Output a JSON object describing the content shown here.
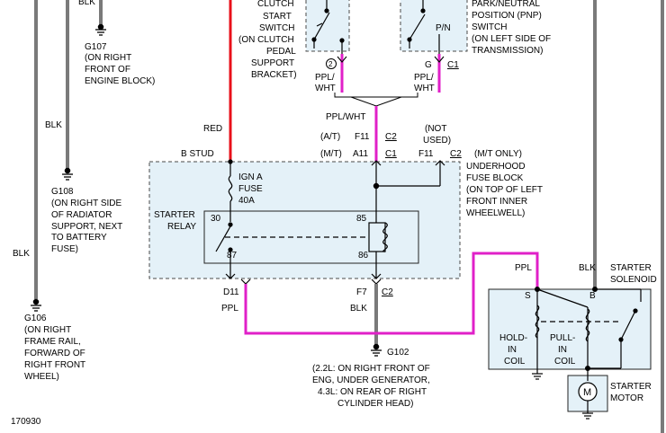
{
  "clutch_switch": {
    "lines": [
      "CLUTCH",
      "START",
      "SWITCH",
      "(ON CLUTCH",
      "PEDAL",
      "SUPPORT",
      "BRACKET)"
    ],
    "pin": "2",
    "wire1": "PPL/",
    "wire2": "WHT"
  },
  "pnp_switch": {
    "lines": [
      "PARK/NEUTRAL",
      "POSITION (PNP)",
      "SWITCH",
      "(ON LEFT SIDE OF",
      "TRANSMISSION)"
    ],
    "contact": "P/N",
    "pin_g": "G",
    "pin_c1": "C1",
    "wire1": "PPL/",
    "wire2": "WHT"
  },
  "ground_g107": {
    "wire": "BLK",
    "lines": [
      "G107",
      "(ON RIGHT",
      "FRONT OF",
      "ENGINE BLOCK)"
    ]
  },
  "ground_g108": {
    "wire": "BLK",
    "lines": [
      "G108",
      "(ON RIGHT SIDE",
      "OF RADIATOR",
      "SUPPORT, NEXT",
      "TO BATTERY",
      "FUSE)"
    ]
  },
  "ground_g106": {
    "wire": "BLK",
    "lines": [
      "G106",
      "(ON RIGHT",
      "FRAME RAIL,",
      "FORWARD OF",
      "RIGHT FRONT",
      "WHEEL)"
    ]
  },
  "fuse_block": {
    "red_wire": "RED",
    "b_stud": "B STUD",
    "ppl_wht": "PPL/WHT",
    "at": "(A/T)",
    "mt": "(M/T)",
    "f11": "F11",
    "c2": "C2",
    "a11": "A11",
    "c1": "C1",
    "not_used": [
      "(NOT",
      "USED)"
    ],
    "f11b": "F11",
    "c2b": "C2",
    "mt_only": "(M/T ONLY)",
    "desc": [
      "UNDERHOOD",
      "FUSE BLOCK",
      "(ON TOP OF LEFT",
      "FRONT INNER",
      "WHEELWELL)"
    ],
    "fuse": [
      "IGN A",
      "FUSE",
      "40A"
    ],
    "relay_label": [
      "STARTER",
      "RELAY"
    ],
    "pin30": "30",
    "pin85": "85",
    "pin87": "87",
    "pin86": "86",
    "d11": "D11",
    "ppl": "PPL",
    "f7": "F7",
    "c2c": "C2",
    "blk": "BLK"
  },
  "ground_g102": {
    "label": "G102",
    "lines": [
      "(2.2L: ON RIGHT FRONT OF",
      "ENG, UNDER GENERATOR,",
      "4.3L: ON REAR OF RIGHT",
      "CYLINDER HEAD)"
    ]
  },
  "solenoid": {
    "ppl": "PPL",
    "blk": "BLK",
    "title": [
      "STARTER",
      "SOLENOID"
    ],
    "s": "S",
    "b": "B",
    "hold": [
      "HOLD-",
      "IN",
      "COIL"
    ],
    "pull": [
      "PULL-",
      "IN",
      "COIL"
    ]
  },
  "motor": {
    "symbol": "M",
    "label": [
      "STARTER",
      "MOTOR"
    ]
  },
  "footer_id": "170930",
  "colors": {
    "red_wire": "#e8101a",
    "ppl_wire": "#e020c8",
    "ppl_wht_wire": "#e020c8",
    "gray_wire": "#7a7a7a",
    "box_fill": "#e4f1f8",
    "box_border": "#4a4a4a"
  }
}
